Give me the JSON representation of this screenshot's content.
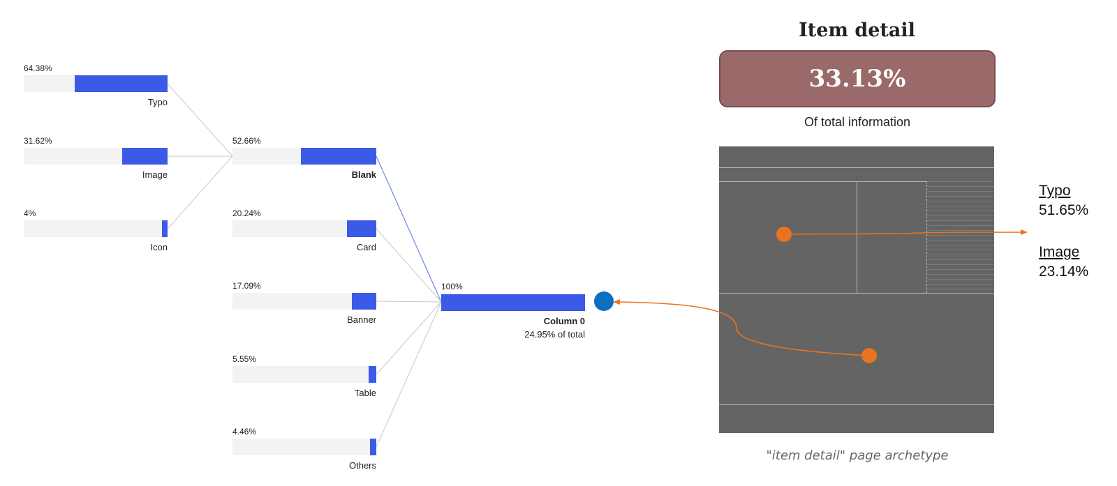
{
  "tree": {
    "level1": [
      {
        "pct": "64.38%",
        "value": 64.38,
        "label": "Typo"
      },
      {
        "pct": "31.62%",
        "value": 31.62,
        "label": "Image"
      },
      {
        "pct": "4%",
        "value": 4,
        "label": "Icon"
      }
    ],
    "level2": [
      {
        "pct": "52.66%",
        "value": 52.66,
        "label": "Blank"
      },
      {
        "pct": "20.24%",
        "value": 20.24,
        "label": "Card"
      },
      {
        "pct": "17.09%",
        "value": 17.09,
        "label": "Banner"
      },
      {
        "pct": "5.55%",
        "value": 5.55,
        "label": "Table"
      },
      {
        "pct": "4.46%",
        "value": 4.46,
        "label": "Others"
      }
    ],
    "root": {
      "pct": "100%",
      "value": 100,
      "label": "Column 0",
      "sublabel": "24.95% of total"
    }
  },
  "detail": {
    "title": "Item detail",
    "kpi": "33.13%",
    "kpi_caption": "Of total information",
    "archetype_caption": "\"item detail\" page archetype"
  },
  "callouts": [
    {
      "title": "Typo",
      "value": "51.65%"
    },
    {
      "title": "Image",
      "value": "23.14%"
    }
  ],
  "colors": {
    "bar": "#3b5ae6",
    "track": "#f3f3f3",
    "node": "#0b6fc2",
    "arrow": "#e8741f",
    "wireframe": "#646464",
    "kpi_bg": "#9a6a6a"
  }
}
